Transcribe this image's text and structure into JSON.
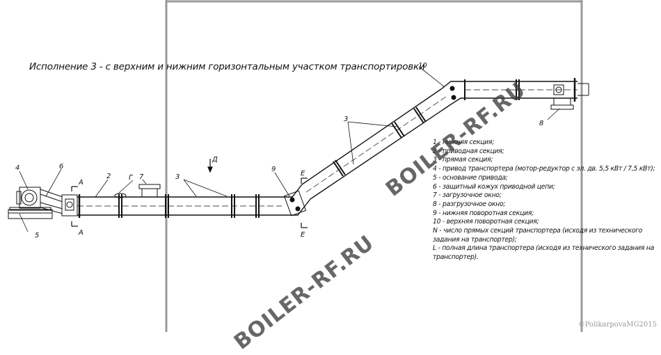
{
  "title": "Исполнение 3 - с верхним и нижним горизонтальным участком транспортировки",
  "legend": [
    "1 - нижняя секция;",
    "2 - приводная секция;",
    "3 - прямая секция;",
    "4 - привод транспортера (мотор-редуктор с эл. дв. 5,5 кВт / 7,5 кВт);",
    "5 - основание привода;",
    "6 - защитный кожух приводной цепи;",
    "7 - загрузочное окно;",
    "8 - разгрузочное окно;",
    "9 - нижняя поворотная секция;",
    "10 - верхняя поворотная секция;",
    "N - число прямых секций транспортера (исходя из технического задания на транспортер);",
    "L - полная длина транспортера (исходя из технического задания на транспортер)."
  ],
  "callouts": {
    "c2": "2",
    "c3a": "3",
    "c3b": "3",
    "c4": "4",
    "c5": "5",
    "c6": "6",
    "c7": "7",
    "c8": "8",
    "c9": "9",
    "c10": "10"
  },
  "section_marks": {
    "a_top": "А",
    "a_bottom": "А",
    "e_top": "Е",
    "e_bottom": "Е",
    "g": "Г",
    "d": "Д"
  },
  "watermark": {
    "text_top": "BOILER-RF.RU",
    "text_bottom": "BOILER-RF.RU"
  },
  "copyright": "©PolikarpovaMG2015"
}
